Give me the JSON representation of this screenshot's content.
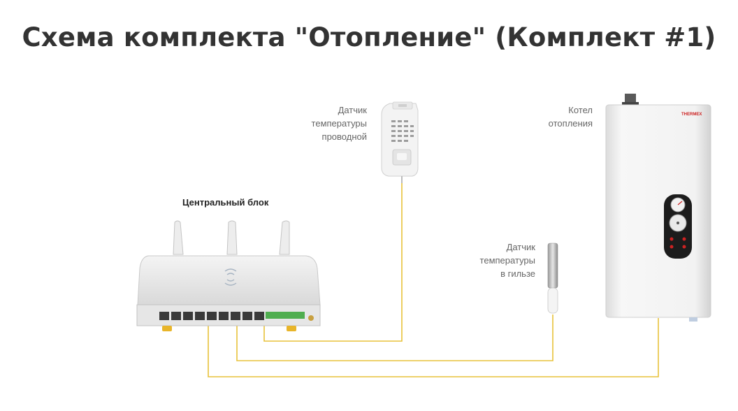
{
  "title": "Схема комплекта \"Отопление\" (Комплект #1)",
  "labels": {
    "wired_sensor": [
      "Датчик",
      "температуры",
      "проводной"
    ],
    "boiler": [
      "Котел",
      "отопления"
    ],
    "central_unit": "Центральный блок",
    "sleeve_sensor": [
      "Датчик",
      "температуры",
      "в гильзе"
    ]
  },
  "boiler_brand": "THERMEX",
  "colors": {
    "wire": "#e8c23a",
    "title": "#333333",
    "label": "#666666"
  }
}
